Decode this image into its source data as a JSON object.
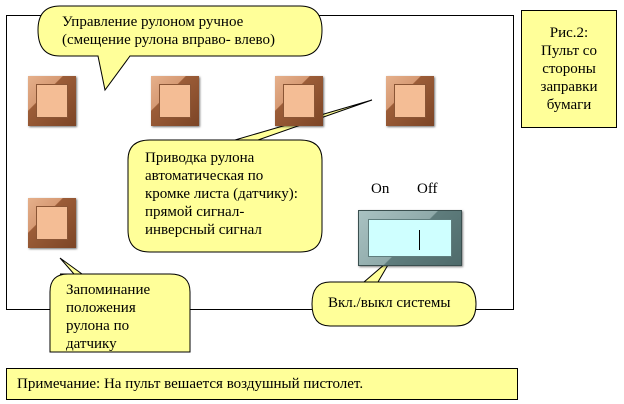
{
  "callouts": {
    "manual": [
      "Управление рулоном ручное",
      "(смещение рулона вправо- влево)"
    ],
    "auto": [
      "Приводка рулона",
      "автоматическая по",
      "кромке листа (датчику):",
      "прямой сигнал-",
      "инверсный сигнал"
    ],
    "memory": [
      "Запоминание",
      "положения",
      "рулона по",
      "датчику"
    ],
    "system": "Вкл./выкл системы"
  },
  "switch": {
    "on_label": "On",
    "off_label": "Off"
  },
  "figure_caption": [
    "Рис.2:",
    "Пульт со",
    "стороны",
    "заправки",
    "бумаги"
  ],
  "note": "Примечание: На пульт вешается воздушный пистолет.",
  "colors": {
    "bubble_fill": "#ffff99",
    "button_face": "#f4bd95",
    "switch_face": "#cfffff"
  }
}
